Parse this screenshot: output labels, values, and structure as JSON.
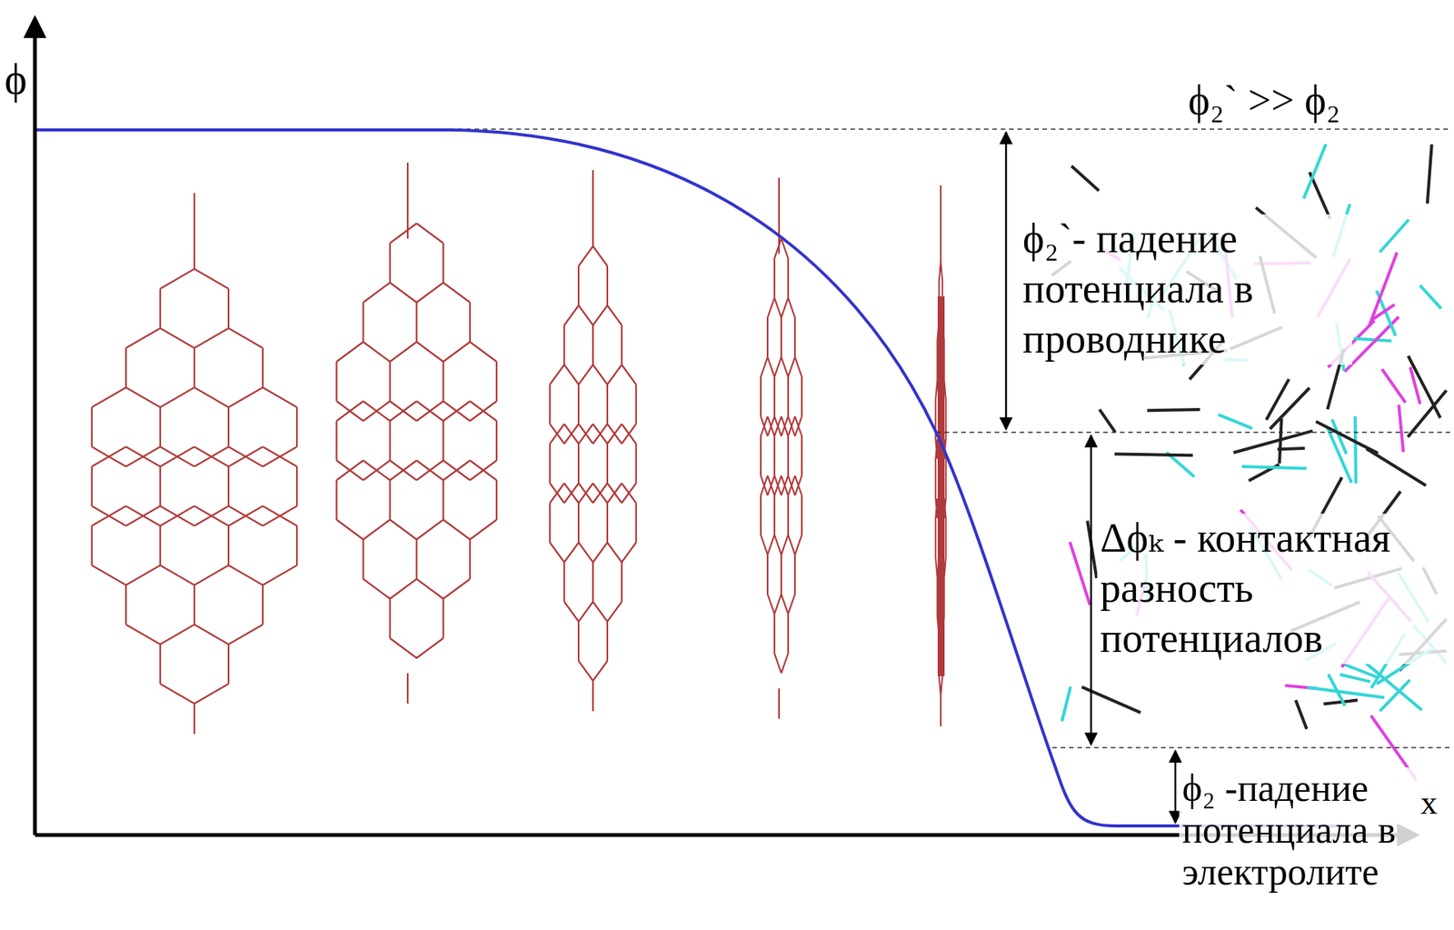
{
  "diagram": {
    "labels": [
      "ϕ",
      "ϕ₂` >> ϕ₂",
      "ϕ₂`- падение потенциала в проводнике",
      "Δϕₖ - контактная разность потенциалов",
      "ϕ₂ -падение потенциала в электролите",
      "x"
    ]
  }
}
